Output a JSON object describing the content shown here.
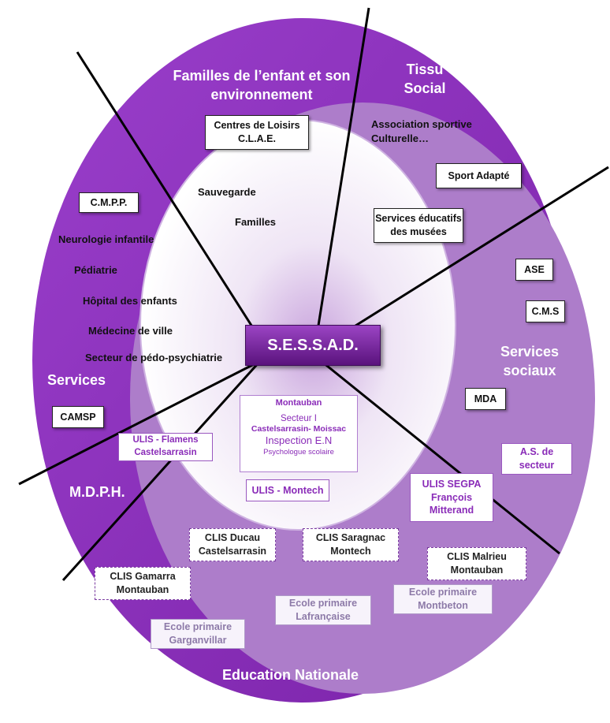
{
  "center": {
    "title": "S.E.S.S.A.D."
  },
  "sectors": {
    "familles": "Familles de l’enfant et son environnement",
    "tissu_social": "Tissu Social",
    "services": "Services",
    "services_sociaux": "Services sociaux",
    "mdph": "M.D.P.H.",
    "education_nationale": "Education Nationale"
  },
  "inner_labels": {
    "sauvegarde": "Sauvegarde",
    "familles": "Familles"
  },
  "services_list": [
    "Neurologie  infantile",
    "Pédiatrie",
    "Hôpital des enfants",
    "Médecine de ville",
    "Secteur de pédo-psychiatrie"
  ],
  "tissu_social_text": {
    "line1": "Association sportive",
    "line2": "Culturelle…"
  },
  "boxes": {
    "centres_loisirs": [
      "Centres de Loisirs",
      "C.L.A.E."
    ],
    "sport_adapte": [
      "Sport Adapté"
    ],
    "services_educatifs": [
      "Services éducatifs",
      "des musées"
    ],
    "cmpp": [
      "C.M.P.P."
    ],
    "ase": [
      "ASE"
    ],
    "cms": [
      "C.M.S"
    ],
    "mda": [
      "MDA"
    ],
    "camsp": [
      "CAMSP"
    ],
    "as_secteur": [
      "A.S. de",
      "secteur"
    ],
    "ulis_flamens": [
      "ULIS - Flamens",
      "Castelsarrasin"
    ],
    "ulis_montech": [
      "ULIS - Montech"
    ],
    "ulis_segpa": [
      "ULIS  SEGPA",
      "François",
      "Mitterand"
    ],
    "clis_ducau": [
      "CLIS  Ducau",
      "Castelsarrasin"
    ],
    "clis_saragnac": [
      "CLIS  Saragnac",
      "Montech"
    ],
    "clis_malrieu": [
      "CLIS Malrieu",
      "Montauban"
    ],
    "clis_gamarra": [
      "CLIS Gamarra",
      "Montauban"
    ],
    "ecole_lafrancaise": [
      "Ecole primaire",
      "Lafrançaise"
    ],
    "ecole_montbeton": [
      "Ecole primaire",
      "Montbeton"
    ],
    "ecole_garganvillar": [
      "Ecole primaire",
      "Garganvillar"
    ]
  },
  "inspection": {
    "city": "Montauban",
    "sector": "Secteur  I",
    "towns": "Castelsarrasin- Moissac",
    "inspection": "Inspection E.N",
    "psy": "Psychologue scolaire"
  },
  "colors": {
    "outer_ring": "#8a2cb8",
    "middle_ring": "#a978c8",
    "inner_center": "#ffffff",
    "accent_text": "#8a2cb8"
  }
}
